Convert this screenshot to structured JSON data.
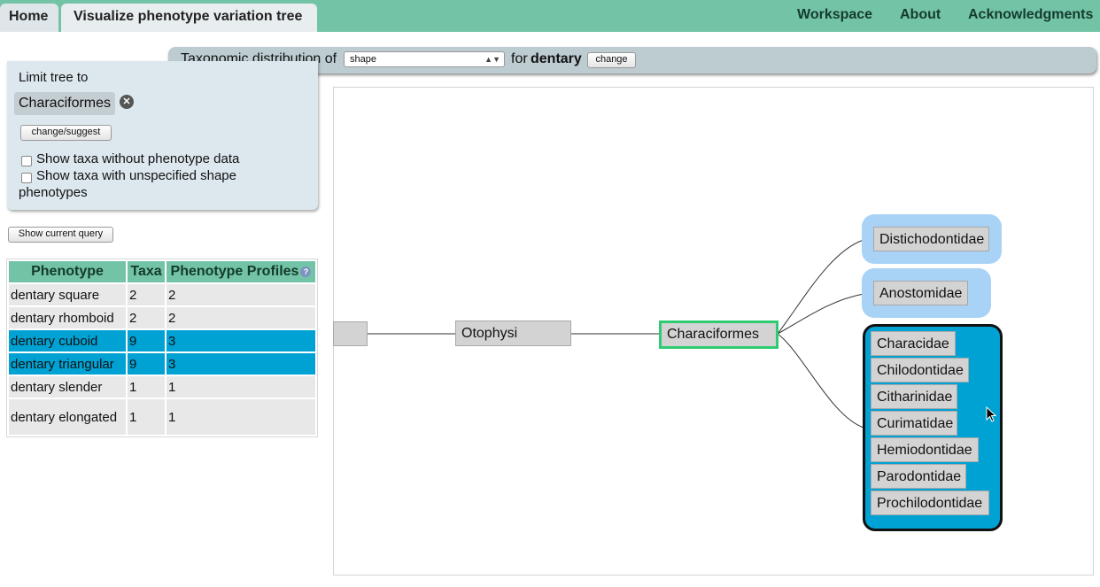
{
  "nav": {
    "tabs": [
      "Home",
      "Visualize phenotype variation tree"
    ],
    "links": [
      "Workspace",
      "About",
      "Acknowledgments"
    ]
  },
  "query": {
    "prefix": "Taxonomic distribution of",
    "select_value": "shape",
    "for_label": "for",
    "entity": "dentary",
    "change_label": "change"
  },
  "limit": {
    "title": "Limit tree to",
    "taxon": "Characiformes",
    "change_suggest_label": "change/suggest",
    "opt1": "Show taxa without phenotype data",
    "opt2_line1": "Show taxa with unspecified shape",
    "opt2_line2": "phenotypes"
  },
  "show_query_label": "Show current query",
  "table": {
    "headers": [
      "Phenotype",
      "Taxa",
      "Phenotype Profiles"
    ],
    "rows": [
      {
        "phenotype": "dentary square",
        "taxa": "2",
        "profiles": "2",
        "highlight": false
      },
      {
        "phenotype": "dentary rhomboid",
        "taxa": "2",
        "profiles": "2",
        "highlight": false
      },
      {
        "phenotype": "dentary cuboid",
        "taxa": "9",
        "profiles": "3",
        "highlight": true
      },
      {
        "phenotype": "dentary triangular",
        "taxa": "9",
        "profiles": "3",
        "highlight": true
      },
      {
        "phenotype": "dentary slender",
        "taxa": "1",
        "profiles": "1",
        "highlight": false
      },
      {
        "phenotype": "dentary elongated",
        "taxa": "1",
        "profiles": "1",
        "highlight": false
      }
    ]
  },
  "tree": {
    "parent": "Otophysi",
    "selected": "Characiformes",
    "child_groups": [
      {
        "members": [
          "Distichodontidae"
        ],
        "color": "#a9d3f6"
      },
      {
        "members": [
          "Anostomidae"
        ],
        "color": "#a9d3f6"
      },
      {
        "members": [
          "Characidae",
          "Chilodontidae",
          "Citharinidae",
          "Curimatidae",
          "Hemiodontidae",
          "Parodontidae",
          "Prochilodontidae"
        ],
        "color": "#00a2d4",
        "outlined": true
      }
    ],
    "selected_border_color": "#2ecc71"
  },
  "colors": {
    "nav_green": "#73c4a7",
    "highlight_blue": "#00a2d4",
    "light_blue": "#a9d3f6"
  }
}
